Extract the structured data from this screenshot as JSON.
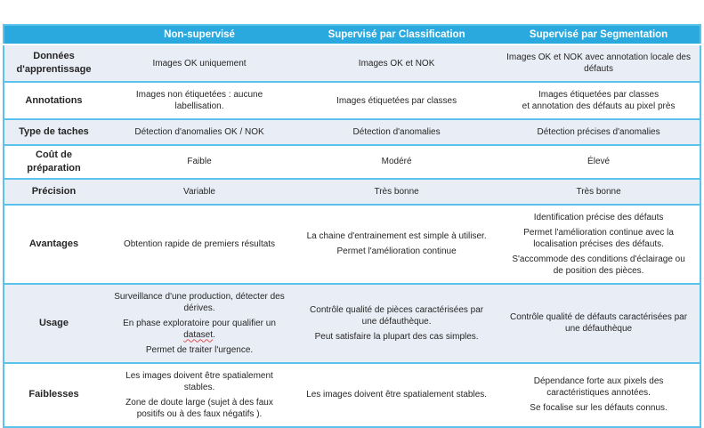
{
  "colors": {
    "header_bg": "#2AA9DF",
    "row_alt_bg": "#E9EDF5",
    "border": "#5BC2EC",
    "text": "#262626",
    "header_text": "#FFFFFF",
    "spellcheck_underline": "#E05252"
  },
  "table": {
    "columns": [
      "Non-supervisé",
      "Supervisé par Classification",
      "Supervisé par Segmentation"
    ],
    "rows": [
      {
        "label": "Données d'apprentissage",
        "cells": [
          [
            "Images OK uniquement"
          ],
          [
            "Images OK et NOK"
          ],
          [
            "Images OK et NOK avec annotation locale des défauts"
          ]
        ]
      },
      {
        "label": "Annotations",
        "cells": [
          [
            "Images non étiquetées : aucune labellisation."
          ],
          [
            "Images étiquetées par classes"
          ],
          [
            "Images étiquetées par classes",
            "et annotation des défauts au pixel près"
          ]
        ]
      },
      {
        "label": "Type de taches",
        "cells": [
          [
            "Détection d'anomalies OK / NOK"
          ],
          [
            "Détection d'anomalies"
          ],
          [
            "Détection précises d'anomalies"
          ]
        ]
      },
      {
        "label": "Coût de préparation",
        "cells": [
          [
            "Faible"
          ],
          [
            "Modéré"
          ],
          [
            "Élevé"
          ]
        ]
      },
      {
        "label": "Précision",
        "cells": [
          [
            "Variable"
          ],
          [
            "Très bonne"
          ],
          [
            "Très bonne"
          ]
        ]
      },
      {
        "label": "Avantages",
        "cells": [
          [
            "Obtention rapide de premiers résultats"
          ],
          [
            "La chaine d'entrainement est simple à utiliser.",
            "Permet l'amélioration continue"
          ],
          [
            "Identification précise des défauts",
            "Permet l'amélioration continue avec la localisation précises des défauts.",
            "S'accommode des conditions d'éclairage ou de position des pièces."
          ]
        ]
      },
      {
        "label": "Usage",
        "cells": [
          [
            "Surveillance d'une production, détecter des dérives.",
            {
              "prefix": "En phase exploratoire pour qualifier un ",
              "word": "dataset",
              "suffix": "."
            },
            "Permet de traiter l'urgence."
          ],
          [
            "Contrôle qualité de pièces caractérisées par une défauthèque.",
            "Peut satisfaire la plupart des cas simples."
          ],
          [
            "Contrôle qualité de défauts caractérisées par une défauthèque"
          ]
        ]
      },
      {
        "label": "Faiblesses",
        "cells": [
          [
            "Les images doivent être spatialement stables.",
            "Zone de doute large (sujet à des faux positifs ou à des faux négatifs )."
          ],
          [
            "Les images doivent être spatialement stables."
          ],
          [
            "Dépendance forte aux pixels des caractéristiques annotées.",
            "Se focalise sur les défauts connus."
          ]
        ]
      }
    ]
  }
}
